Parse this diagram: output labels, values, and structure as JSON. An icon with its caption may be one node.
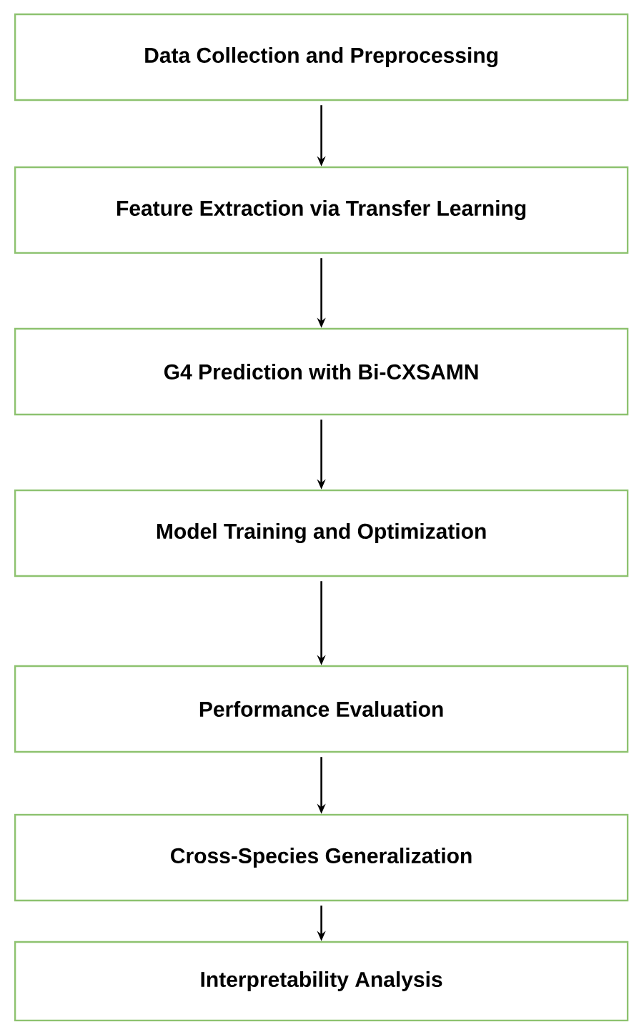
{
  "diagram": {
    "nodes": [
      {
        "text": [
          "Data Collection and Preprocessing"
        ]
      },
      {
        "text": [
          "Feature Extraction via Transfer Learning"
        ]
      },
      {
        "text": [
          "G4 Prediction with Bi-CXSAMN"
        ]
      },
      {
        "text": [
          "Model Training and Optimization"
        ]
      },
      {
        "text": [
          "Performance Evaluation"
        ]
      },
      {
        "text": [
          "Cross-Species Generalization"
        ]
      },
      {
        "text": [
          "Interpretability Analysis"
        ]
      }
    ],
    "edges": [
      {
        "from": 0,
        "to": 1,
        "arrow": "to"
      },
      {
        "from": 1,
        "to": 2,
        "arrow": "to"
      },
      {
        "from": 2,
        "to": 3,
        "arrow": "to"
      },
      {
        "from": 3,
        "to": 4,
        "arrow": "to"
      },
      {
        "from": 4,
        "to": 5,
        "arrow": "to"
      },
      {
        "from": 5,
        "to": 6,
        "arrow": "to"
      }
    ]
  }
}
